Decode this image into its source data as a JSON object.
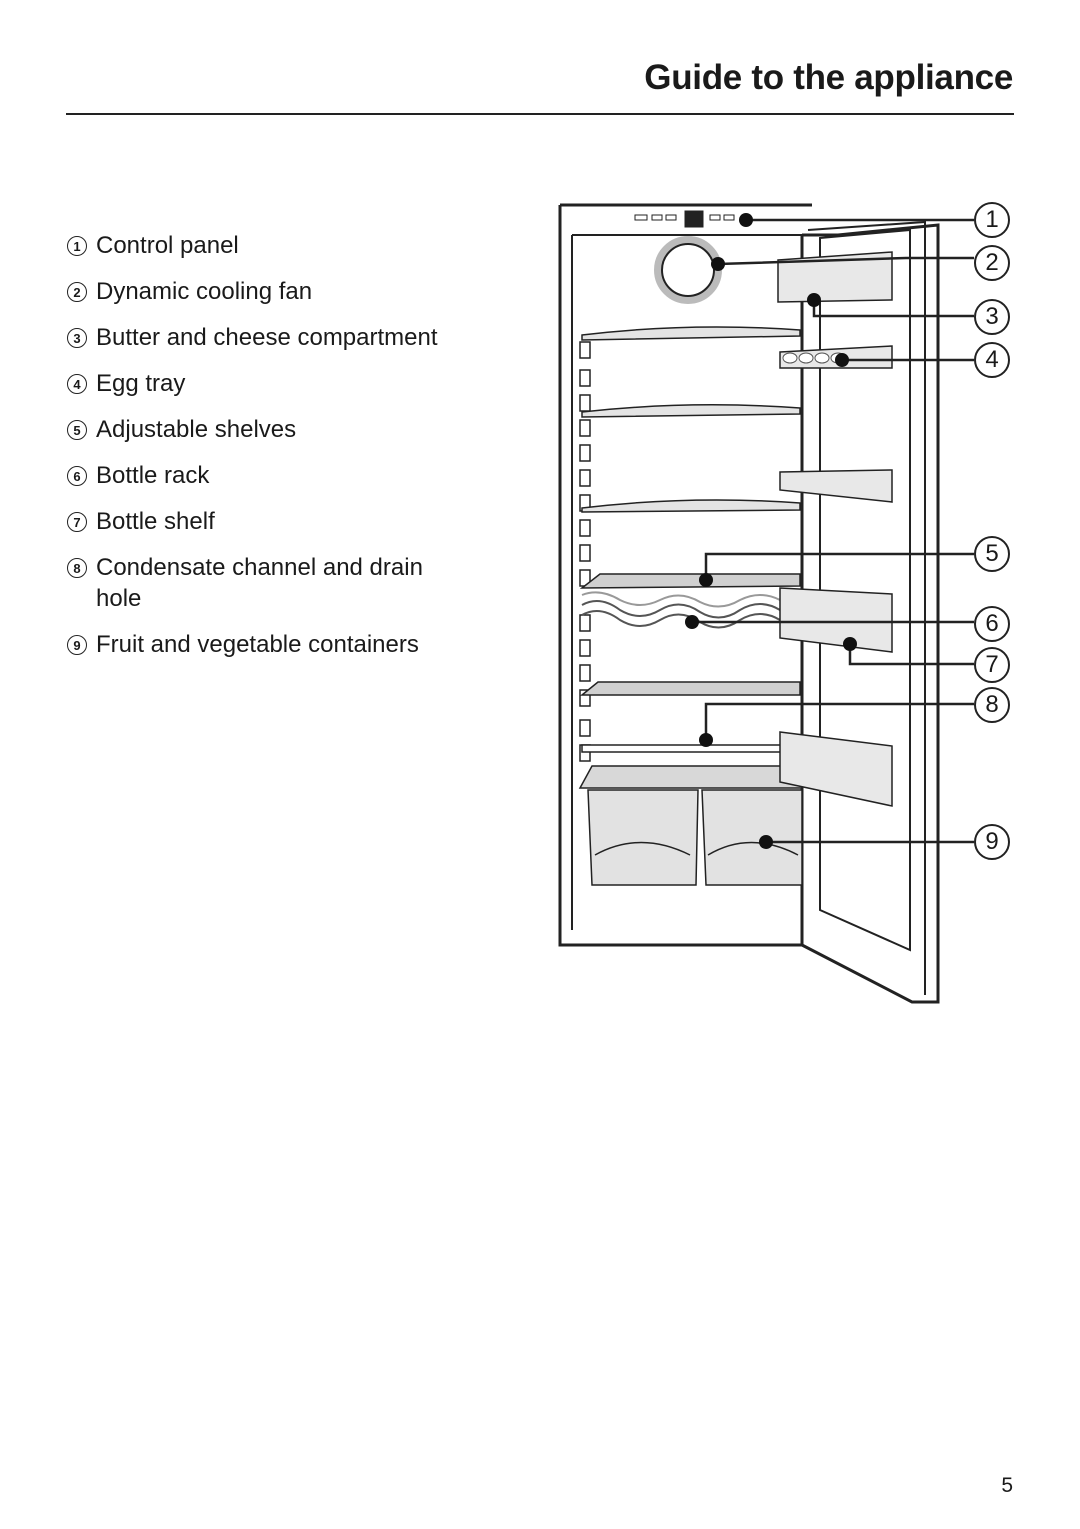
{
  "header": {
    "title": "Guide to the appliance"
  },
  "legend": [
    {
      "num": "1",
      "label": "Control panel"
    },
    {
      "num": "2",
      "label": "Dynamic cooling fan"
    },
    {
      "num": "3",
      "label": "Butter and cheese compartment"
    },
    {
      "num": "4",
      "label": "Egg tray"
    },
    {
      "num": "5",
      "label": "Adjustable shelves"
    },
    {
      "num": "6",
      "label": "Bottle rack"
    },
    {
      "num": "7",
      "label": "Bottle shelf"
    },
    {
      "num": "8",
      "label": "Condensate channel and drain hole"
    },
    {
      "num": "9",
      "label": "Fruit and vegetable containers"
    }
  ],
  "figure": {
    "callouts": [
      "1",
      "2",
      "3",
      "4",
      "5",
      "6",
      "7",
      "8",
      "9"
    ]
  },
  "footer": {
    "page_number": "5"
  }
}
